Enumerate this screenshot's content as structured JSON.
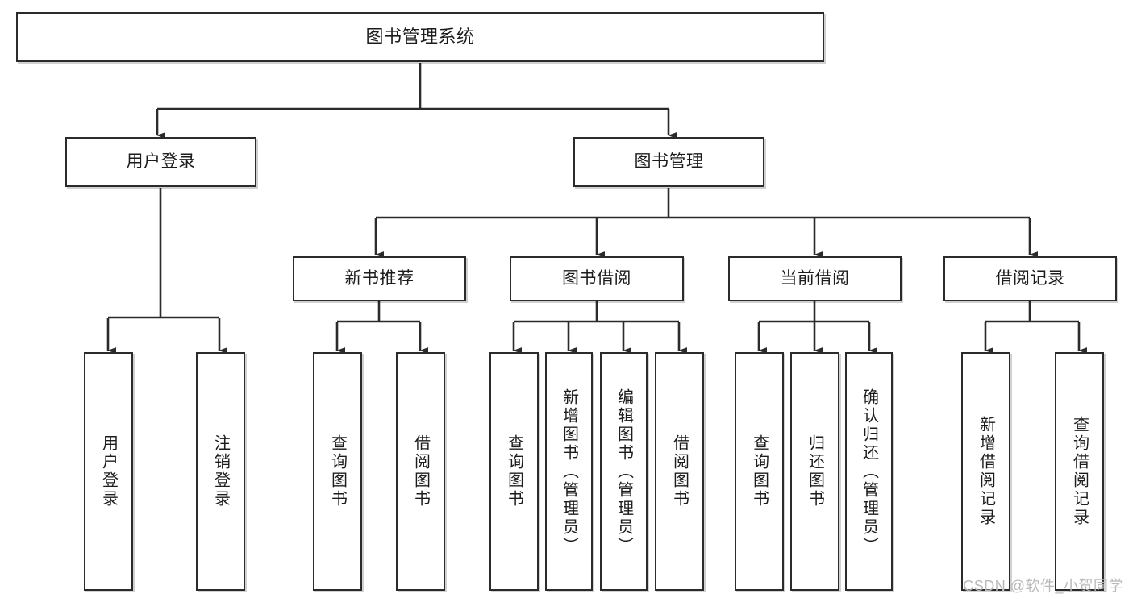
{
  "diagram": {
    "title": "图书管理系统",
    "type": "tree-hierarchy-chart",
    "watermark": "CSDN @软件_小贺同学",
    "colors": {
      "box_border": "#2b2b2b",
      "box_fill": "#ffffff",
      "connector": "#2b2b2b",
      "text": "#1c1c1c",
      "watermark": "#b9b9b9",
      "background": "#ffffff"
    },
    "nodes": {
      "root": {
        "label": "图书管理系统"
      },
      "level1": [
        {
          "label": "用户登录"
        },
        {
          "label": "图书管理"
        }
      ],
      "level2": [
        {
          "label": "新书推荐"
        },
        {
          "label": "图书借阅"
        },
        {
          "label": "当前借阅"
        },
        {
          "label": "借阅记录"
        }
      ],
      "leaves": {
        "user_login": [
          {
            "label": "用户登录"
          },
          {
            "label": "注销登录"
          }
        ],
        "new_book": [
          {
            "label": "查询图书"
          },
          {
            "label": "借阅图书"
          }
        ],
        "book_borrow": [
          {
            "label": "查询图书"
          },
          {
            "label": "新增图书（管理员）"
          },
          {
            "label": "编辑图书（管理员）"
          },
          {
            "label": "借阅图书"
          }
        ],
        "current_borrow": [
          {
            "label": "查询图书"
          },
          {
            "label": "归还图书"
          },
          {
            "label": "确认归还（管理员）"
          }
        ],
        "borrow_record": [
          {
            "label": "新增借阅记录"
          },
          {
            "label": "查询借阅记录"
          }
        ]
      }
    }
  }
}
